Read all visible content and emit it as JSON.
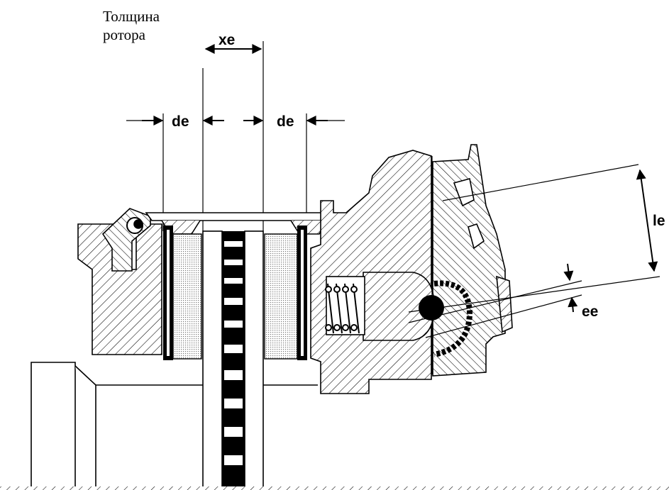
{
  "caption": {
    "line1": "Толщина",
    "line2": "ротора"
  },
  "labels": {
    "xe": "xe",
    "de_left": "de",
    "de_right": "de",
    "le": "le",
    "ee": "ee"
  }
}
